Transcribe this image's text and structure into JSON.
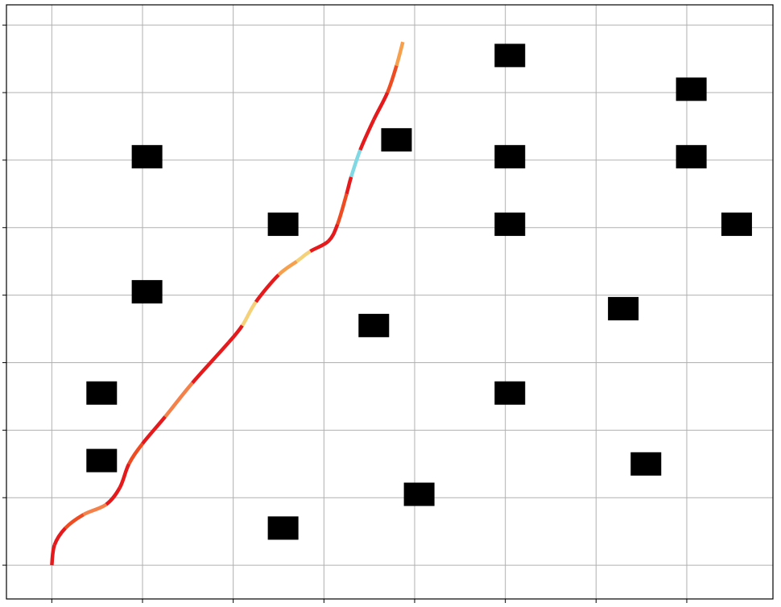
{
  "chart_data": {
    "type": "scatter",
    "title": "",
    "xlabel": "",
    "ylabel": "",
    "xlim": [
      -0.5,
      7.95
    ],
    "ylim": [
      -0.5,
      8.3
    ],
    "grid": true,
    "xticks": [
      0,
      1,
      2,
      3,
      4,
      5,
      6,
      7
    ],
    "yticks": [
      0,
      1,
      2,
      3,
      4,
      5,
      6,
      7,
      8
    ],
    "tick_labels_visible": false,
    "obstacle_color": "#000000",
    "obstacles": [
      {
        "x": 0.55,
        "y": 1.55
      },
      {
        "x": 0.55,
        "y": 2.55
      },
      {
        "x": 1.05,
        "y": 4.05
      },
      {
        "x": 1.05,
        "y": 6.05
      },
      {
        "x": 2.55,
        "y": 0.55
      },
      {
        "x": 2.55,
        "y": 5.05
      },
      {
        "x": 3.55,
        "y": 3.55
      },
      {
        "x": 3.8,
        "y": 6.3
      },
      {
        "x": 4.05,
        "y": 1.05
      },
      {
        "x": 5.05,
        "y": 2.55
      },
      {
        "x": 5.05,
        "y": 5.05
      },
      {
        "x": 5.05,
        "y": 6.05
      },
      {
        "x": 5.05,
        "y": 7.55
      },
      {
        "x": 6.3,
        "y": 3.8
      },
      {
        "x": 6.55,
        "y": 1.5
      },
      {
        "x": 7.05,
        "y": 6.05
      },
      {
        "x": 7.05,
        "y": 7.05
      },
      {
        "x": 7.55,
        "y": 5.05
      }
    ],
    "path": {
      "colormap": "velocity",
      "points": [
        {
          "x": 0.0,
          "y": 0.0,
          "c": "#e41a1c"
        },
        {
          "x": 0.03,
          "y": 0.3,
          "c": "#e41a1c"
        },
        {
          "x": 0.15,
          "y": 0.55,
          "c": "#ee4c22"
        },
        {
          "x": 0.35,
          "y": 0.75,
          "c": "#f4814a"
        },
        {
          "x": 0.6,
          "y": 0.9,
          "c": "#e41a1c"
        },
        {
          "x": 0.75,
          "y": 1.15,
          "c": "#e41a1c"
        },
        {
          "x": 0.85,
          "y": 1.5,
          "c": "#ee4c22"
        },
        {
          "x": 1.0,
          "y": 1.8,
          "c": "#e41a1c"
        },
        {
          "x": 1.25,
          "y": 2.2,
          "c": "#f4814a"
        },
        {
          "x": 1.55,
          "y": 2.7,
          "c": "#e41a1c"
        },
        {
          "x": 1.95,
          "y": 3.3,
          "c": "#e41a1c"
        },
        {
          "x": 2.1,
          "y": 3.55,
          "c": "#f5d27a"
        },
        {
          "x": 2.25,
          "y": 3.9,
          "c": "#e41a1c"
        },
        {
          "x": 2.5,
          "y": 4.3,
          "c": "#f6a04d"
        },
        {
          "x": 2.7,
          "y": 4.5,
          "c": "#f5d27a"
        },
        {
          "x": 2.85,
          "y": 4.65,
          "c": "#e41a1c"
        },
        {
          "x": 3.05,
          "y": 4.8,
          "c": "#e41a1c"
        },
        {
          "x": 3.15,
          "y": 5.05,
          "c": "#ee4c22"
        },
        {
          "x": 3.25,
          "y": 5.5,
          "c": "#e41a1c"
        },
        {
          "x": 3.3,
          "y": 5.75,
          "c": "#7fd8e3"
        },
        {
          "x": 3.4,
          "y": 6.15,
          "c": "#e41a1c"
        },
        {
          "x": 3.55,
          "y": 6.6,
          "c": "#e41a1c"
        },
        {
          "x": 3.7,
          "y": 7.0,
          "c": "#ee4c22"
        },
        {
          "x": 3.8,
          "y": 7.4,
          "c": "#f6a04d"
        },
        {
          "x": 3.87,
          "y": 7.75,
          "c": "#f6a04d"
        }
      ]
    }
  }
}
